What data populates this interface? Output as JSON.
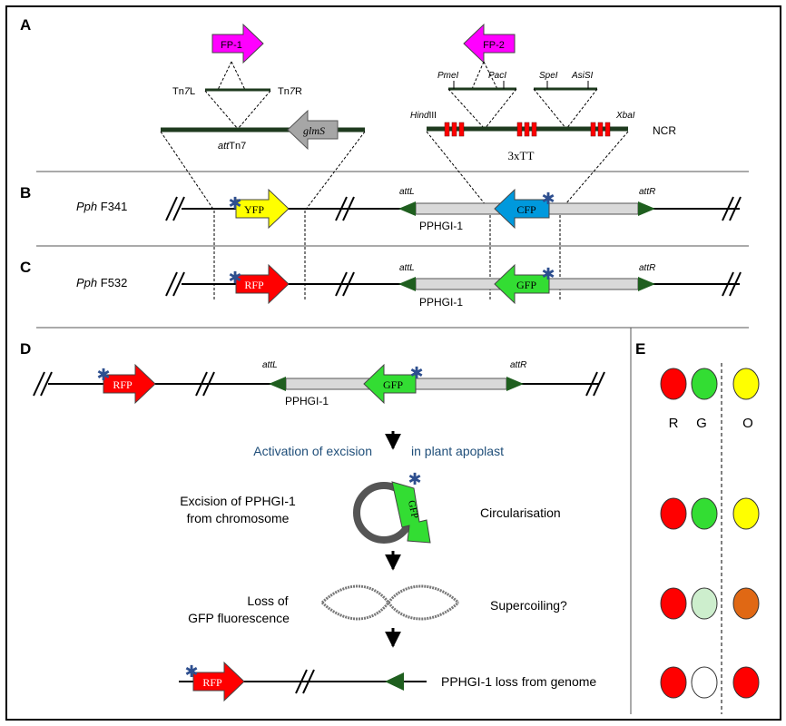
{
  "panels": {
    "a": {
      "letter": "A"
    },
    "b": {
      "letter": "B",
      "strain_italic": "Pph",
      "strain_rest": " F341"
    },
    "c": {
      "letter": "C",
      "strain_italic": "Pph",
      "strain_rest": " F532"
    },
    "d": {
      "letter": "D"
    },
    "e": {
      "letter": "E"
    }
  },
  "panel_a": {
    "fp1": "FP-1",
    "fp2": "FP-2",
    "tn7l_pre": "Tn",
    "tn7l_it": "7",
    "tn7l_post": "L",
    "tn7r_pre": "Tn",
    "tn7r_it": "7",
    "tn7r_post": "R",
    "att_it": "att",
    "att_rest": "Tn7",
    "glms": "glmS",
    "pmei": "PmeI",
    "paci": "PacI",
    "spei": "SpeI",
    "asisi": "AsiSI",
    "hindiii_it": "Hind",
    "hindiii_rest": "III",
    "xbai": "XbaI",
    "ncr": "NCR",
    "tt": "3xTT"
  },
  "panel_b": {
    "yfp": "YFP",
    "cfp": "CFP",
    "attl": "attL",
    "attr": "attR",
    "pphgi": "PPHGI-1"
  },
  "panel_c": {
    "rfp": "RFP",
    "gfp": "GFP",
    "attl": "attL",
    "attr": "attR",
    "pphgi": "PPHGI-1"
  },
  "panel_d": {
    "rfp": "RFP",
    "gfp": "GFP",
    "attl": "attL",
    "attr": "attR",
    "pphgi": "PPHGI-1",
    "activation_left": "Activation of excision",
    "activation_right": "in plant apoplast",
    "excision_line1": "Excision of PPHGI-1",
    "excision_line2": "from chromosome",
    "circularisation": "Circularisation",
    "loss_line1": "Loss of",
    "loss_line2": "GFP fluorescence",
    "supercoiling": "Supercoiling?",
    "loss_genome": "PPHGI-1 loss from genome",
    "circle_gfp": "GFP",
    "final_rfp": "RFP"
  },
  "panel_e": {
    "labels": [
      "R",
      "G",
      "O"
    ],
    "rows": [
      [
        "#ff0000",
        "#33dd33",
        "#ffff00"
      ],
      [
        "#ff0000",
        "#33dd33",
        "#ffff00"
      ],
      [
        "#ff0000",
        "#cdeecd",
        "#e06814"
      ],
      [
        "#ff0000",
        "#ffffff",
        "#ff0000"
      ]
    ]
  },
  "colors": {
    "fp": "#ff00ff",
    "yfp": "#ffff00",
    "cfp": "#0099dd",
    "rfp": "#ff0000",
    "gfp": "#33dd33",
    "glms": "#a6a6a6",
    "island": "#d9d9d9",
    "att_site": "#1f5f1f",
    "star": "#2e4f8f",
    "activation_text": "#1f4e79",
    "tt_block": "#ff0000"
  }
}
